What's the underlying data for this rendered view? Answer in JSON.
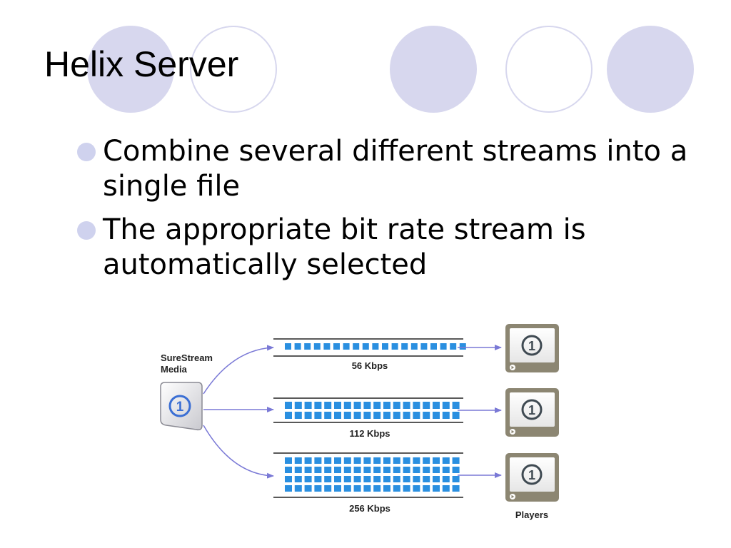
{
  "slide": {
    "title": "Helix Server",
    "bullets": [
      "Combine several different streams into a single file",
      "The appropriate bit rate stream is automatically selected"
    ]
  },
  "diagram": {
    "source_label_line1": "SureStream",
    "source_label_line2": "Media",
    "streams": [
      "56 Kbps",
      "112 Kbps",
      "256 Kbps"
    ],
    "players_label": "Players",
    "icon_glyph": "1"
  },
  "colors": {
    "accent_lavender": "#d7d7ee",
    "arrow": "#7a79d6",
    "packet_blue": "#2a8fe0",
    "player_frame": "#8c8672"
  }
}
